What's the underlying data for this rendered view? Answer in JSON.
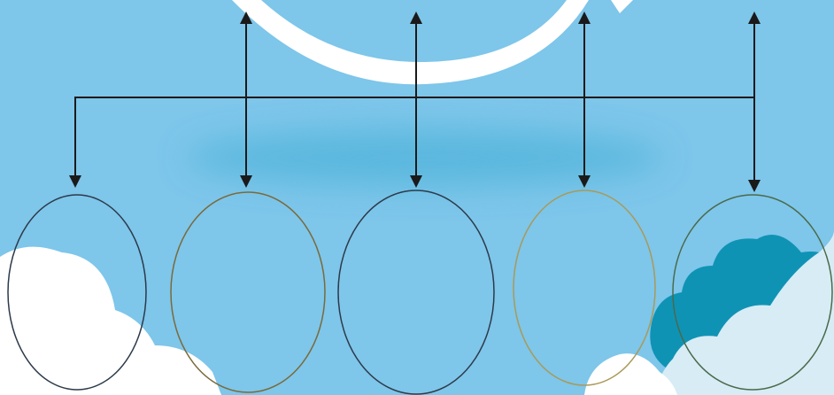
{
  "colors": {
    "sky": "#7ec6ea",
    "glow": "#4fb3da",
    "arc": "#ffffff",
    "cloud_white": "#ffffff",
    "cloud_pale": "#d7ecf5",
    "cloud_teal": "#0f93b5",
    "line": "#1a1a1a",
    "circle_dark": "#2d3a4a",
    "circle_olive": "#7a6a3a",
    "circle_tan": "#a89a5a",
    "circle_green": "#4a6a4a"
  },
  "diagram": {
    "nodes": [
      {
        "id": "oval-1",
        "label": ""
      },
      {
        "id": "oval-2",
        "label": ""
      },
      {
        "id": "oval-3",
        "label": ""
      },
      {
        "id": "oval-4",
        "label": ""
      },
      {
        "id": "oval-5",
        "label": ""
      }
    ]
  }
}
